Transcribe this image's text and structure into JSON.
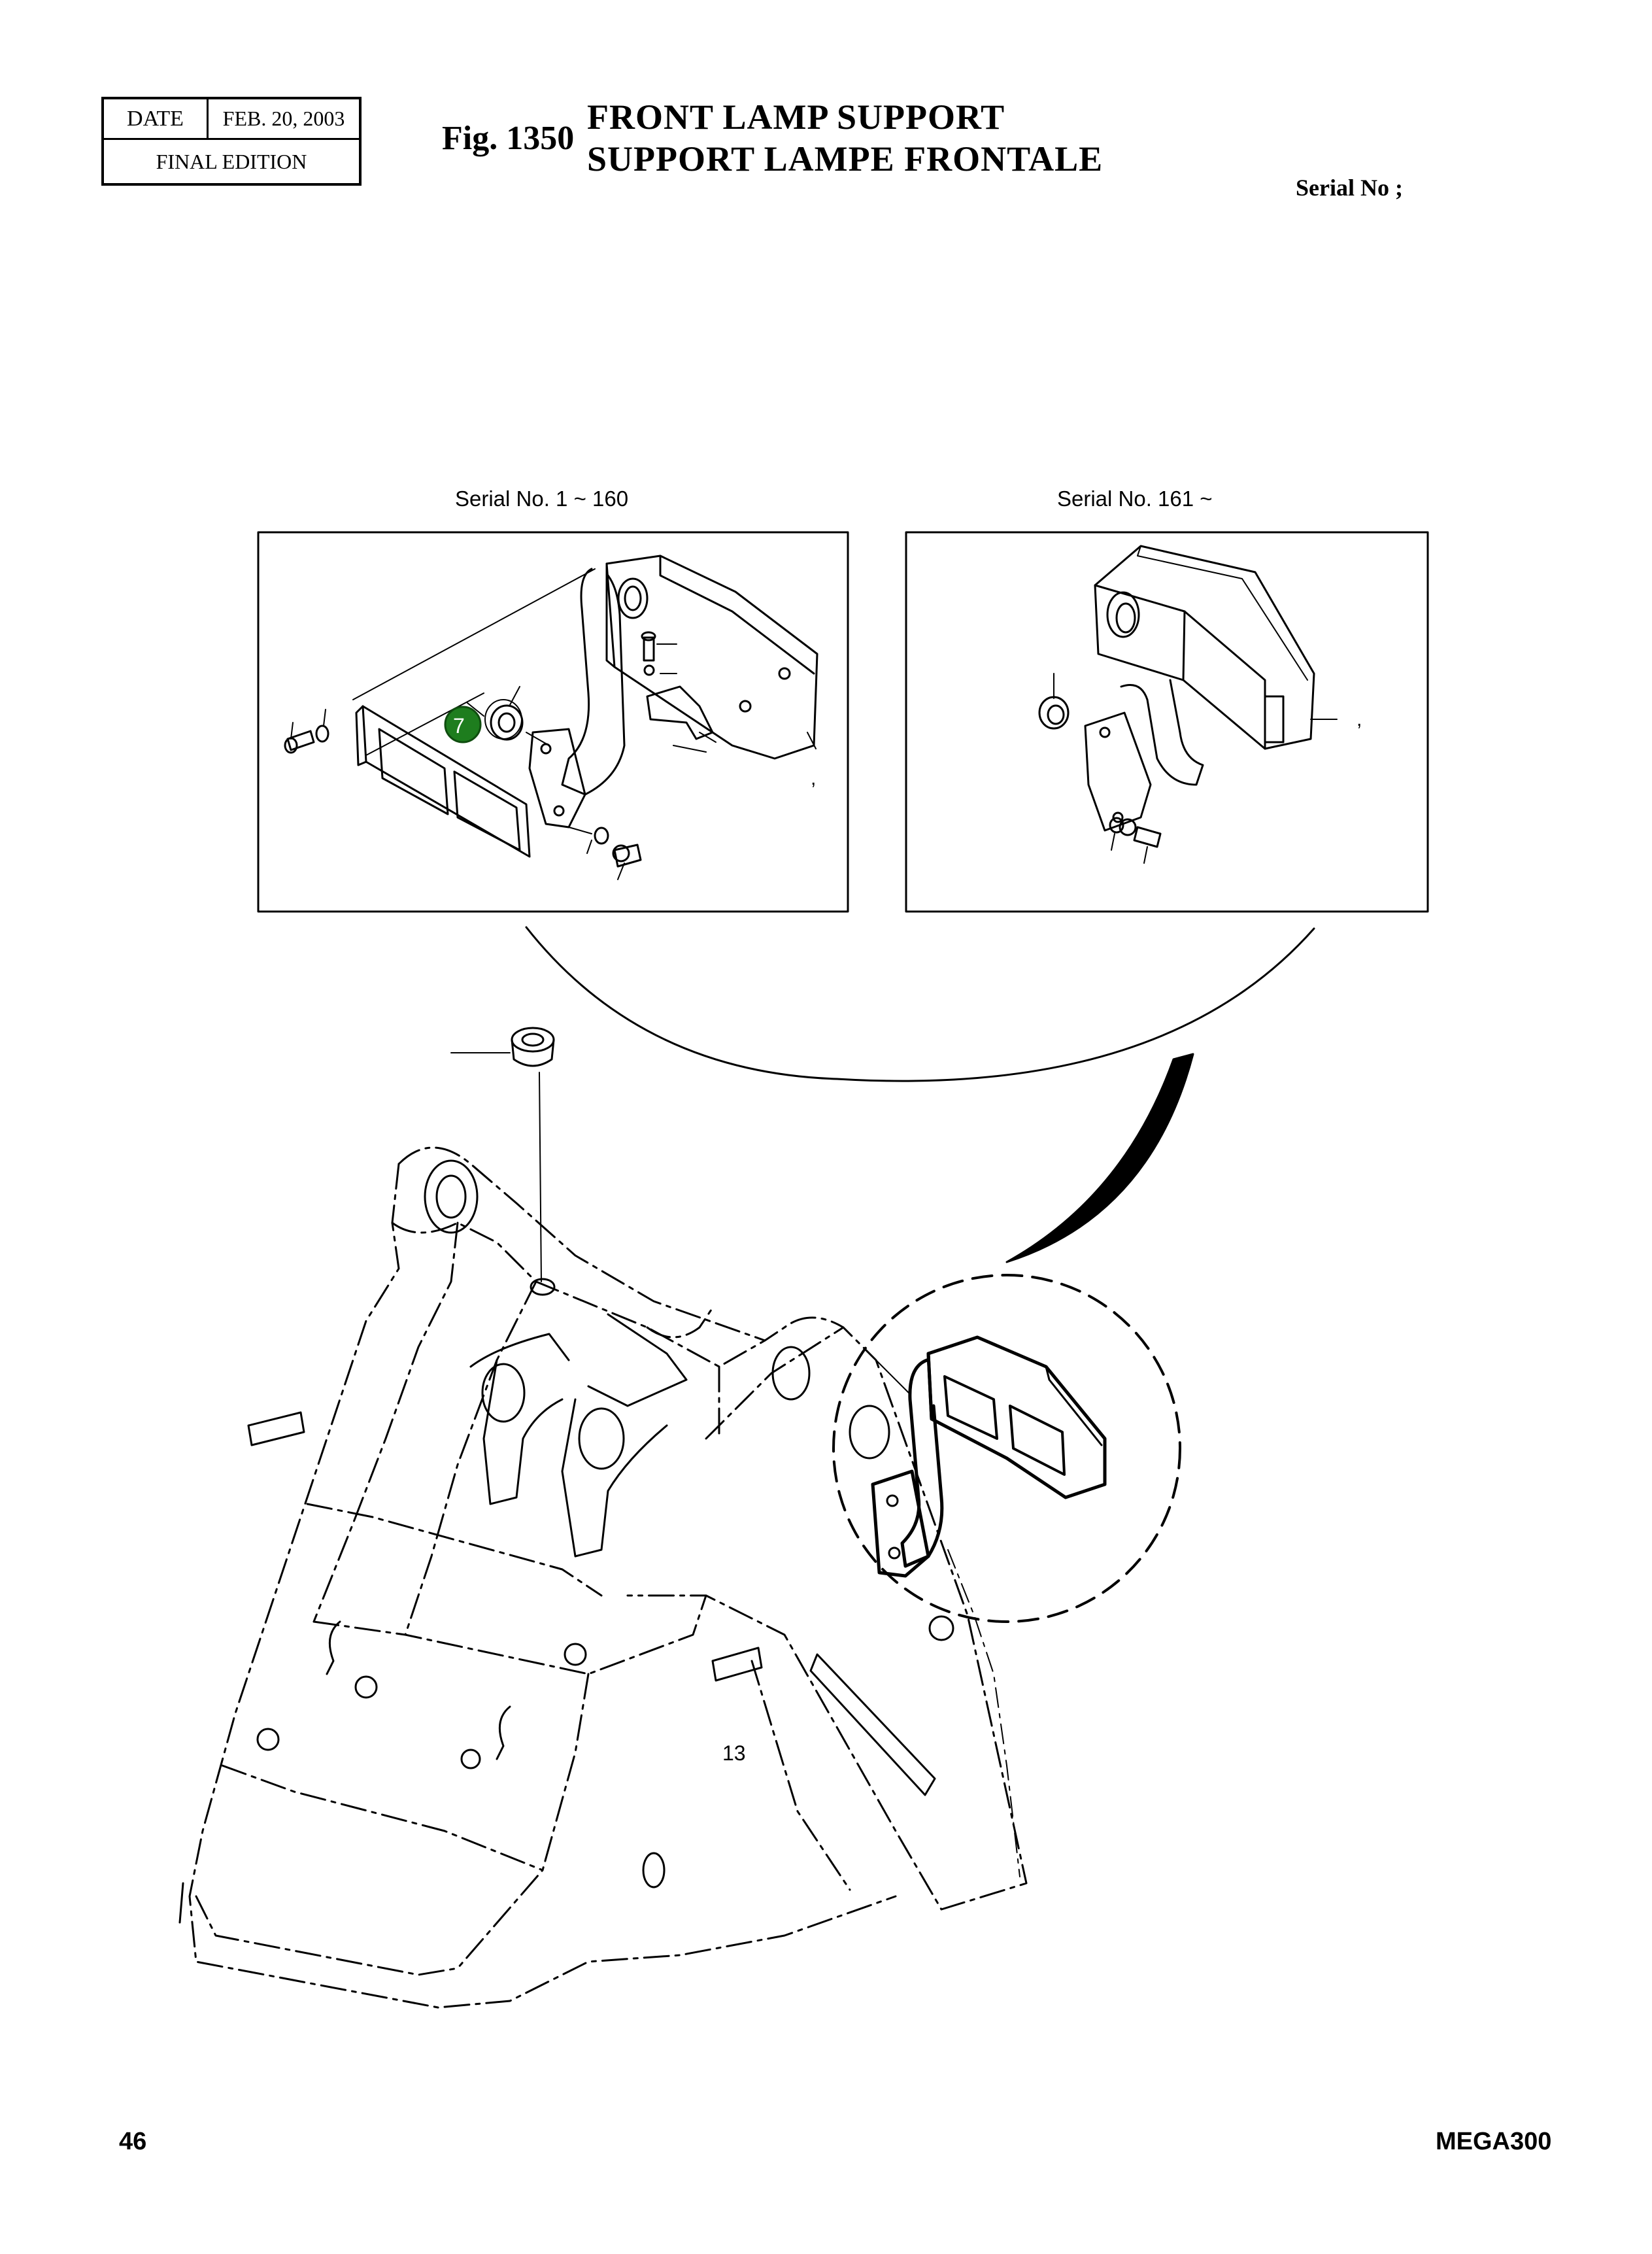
{
  "header": {
    "date_label": "DATE",
    "date_value": "FEB. 20, 2003",
    "edition": "FINAL EDITION",
    "fig": "Fig. 1350",
    "title_en": "FRONT LAMP SUPPORT",
    "title_fr": "SUPPORT LAMPE FRONTALE",
    "serial": "Serial No ;"
  },
  "insets": {
    "left_caption": "Serial No. 1 ~ 160",
    "right_caption": "Serial No. 161 ~"
  },
  "callouts": {
    "item_7": "7",
    "item_13": "13",
    "comma_left": ",",
    "comma_right": ","
  },
  "colors": {
    "highlight": "#1e7d1e",
    "line": "#000000"
  },
  "footer": {
    "page": "46",
    "model": "MEGA300"
  }
}
